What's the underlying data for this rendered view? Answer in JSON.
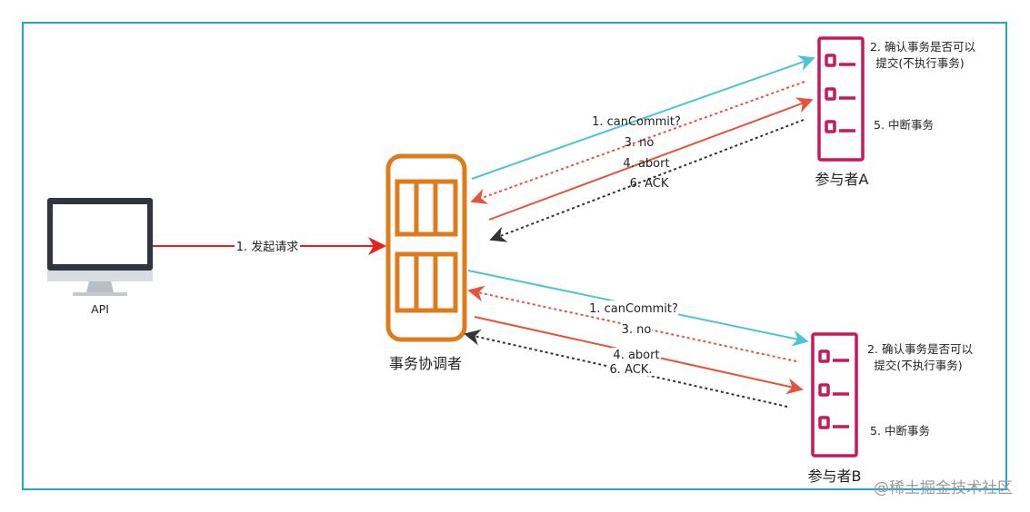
{
  "nodes": {
    "api": {
      "label": "API"
    },
    "coordinator": {
      "label": "事务协调者"
    },
    "participant_a": {
      "label": "参与者A"
    },
    "participant_b": {
      "label": "参与者B"
    }
  },
  "edges": {
    "api_request": "1. 发起请求",
    "a_can_commit": "1. canCommit?",
    "a_no": "3. no",
    "a_abort": "4. abort",
    "a_ack": "6. ACK",
    "b_can_commit": "1. canCommit?",
    "b_no": "3. no",
    "b_abort": "4. abort",
    "b_ack": "6. ACK."
  },
  "notes": {
    "a_confirm_line1": "2. 确认事务是否可以",
    "a_confirm_line2": "提交(不执行事务)",
    "a_interrupt": "5. 中断事务",
    "b_confirm_line1": "2. 确认事务是否可以",
    "b_confirm_line2": "提交(不执行事务)",
    "b_interrupt": "5. 中断事务"
  },
  "watermark": "@稀土掘金技术社区",
  "colors": {
    "frame": "#1fa8c9",
    "can_commit": "#4ec3d6",
    "no": "#e5533d",
    "abort": "#e5533d",
    "ack": "#333333",
    "request": "#e8211f",
    "coordinator": "#e07b1c",
    "participant": "#c7185d",
    "monitor": "#2f3640"
  }
}
